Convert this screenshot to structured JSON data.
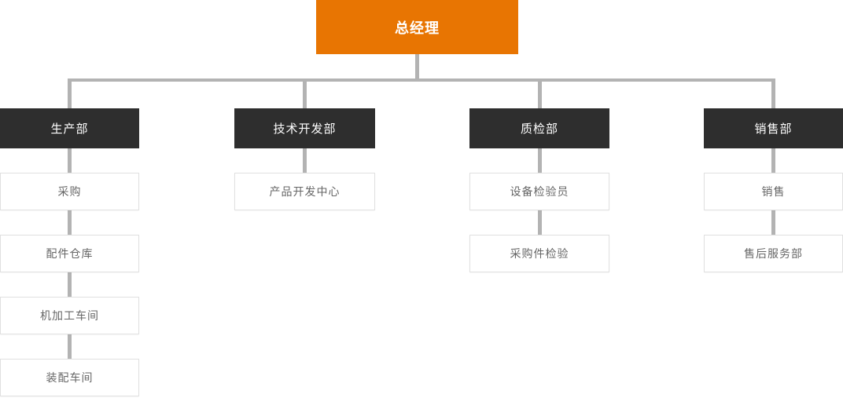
{
  "org_chart": {
    "root": {
      "label": "总经理"
    },
    "departments": [
      {
        "label": "生产部",
        "children": [
          {
            "label": "采购"
          },
          {
            "label": "配件仓库"
          },
          {
            "label": "机加工车间"
          },
          {
            "label": "装配车间"
          }
        ]
      },
      {
        "label": "技术开发部",
        "children": [
          {
            "label": "产品开发中心"
          }
        ]
      },
      {
        "label": "质检部",
        "children": [
          {
            "label": "设备检验员"
          },
          {
            "label": "采购件检验"
          }
        ]
      },
      {
        "label": "销售部",
        "children": [
          {
            "label": "销售"
          },
          {
            "label": "售后服务部"
          }
        ]
      }
    ],
    "colors": {
      "root_bg": "#e87502",
      "root_text": "#ffffff",
      "dept_bg": "#2e2e2e",
      "dept_text": "#ffffff",
      "leaf_bg": "#ffffff",
      "leaf_border": "#e0e0e0",
      "leaf_text": "#666666",
      "connector": "#b3b3b3"
    }
  }
}
